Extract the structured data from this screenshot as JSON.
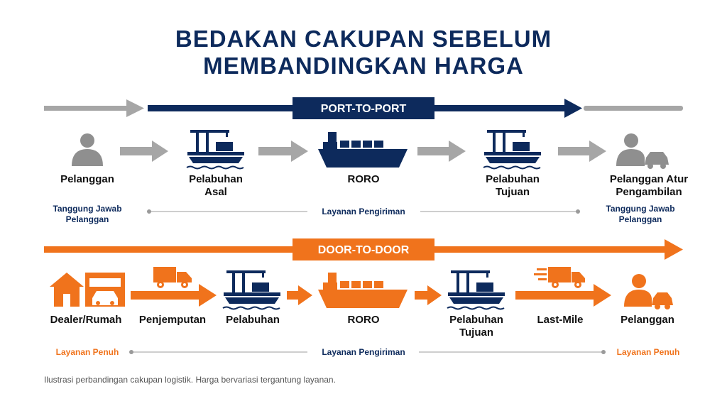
{
  "title": {
    "line1": "BEDAKAN CAKUPAN SEBELUM",
    "line2": "MEMBANDINGKAN HARGA"
  },
  "port_to_port": {
    "banner": "PORT-TO-PORT",
    "color": "#0d2a5c",
    "steps": [
      {
        "line1": "Pelanggan",
        "line2": "",
        "icon": "person-icon"
      },
      {
        "line1": "Pelabuhan",
        "line2": "Asal",
        "icon": "port-crane-icon"
      },
      {
        "line1": "RORO",
        "line2": "",
        "icon": "ship-icon"
      },
      {
        "line1": "Pelabuhan",
        "line2": "Tujuan",
        "icon": "port-crane-icon"
      },
      {
        "line1": "Pelanggan Atur",
        "line2": "Pengambilan",
        "icon": "person-car-icon"
      }
    ],
    "left_note": {
      "line1": "Tanggung Jawab",
      "line2": "Pelanggan"
    },
    "middle_note": "Layanan Pengiriman",
    "right_note": {
      "line1": "Tanggung Jawab",
      "line2": "Pelanggan"
    }
  },
  "door_to_door": {
    "banner": "DOOR-TO-DOOR",
    "color": "#f0731c",
    "steps": [
      {
        "line1": "Dealer/Rumah",
        "line2": "",
        "icon": "house-garage-icon"
      },
      {
        "line1": "Penjemputan",
        "line2": "",
        "icon": "truck-icon"
      },
      {
        "line1": "Pelabuhan",
        "line2": "",
        "icon": "port-crane-icon"
      },
      {
        "line1": "RORO",
        "line2": "",
        "icon": "ship-icon"
      },
      {
        "line1": "Pelabuhan",
        "line2": "Tujuan",
        "icon": "port-crane-icon"
      },
      {
        "line1": "Last-Mile",
        "line2": "",
        "icon": "fast-truck-icon"
      },
      {
        "line1": "Pelanggan",
        "line2": "",
        "icon": "person-car-icon"
      }
    ],
    "left_note": "Layanan Penuh",
    "middle_note": "Layanan Pengiriman",
    "right_note": "Layanan Penuh"
  },
  "caption": "Ilustrasi perbandingan cakupan logistik. Harga bervariasi tergantung layanan.",
  "colors": {
    "gray": "#a6a6a6",
    "navy": "#0d2a5c",
    "orange": "#f0731c"
  }
}
